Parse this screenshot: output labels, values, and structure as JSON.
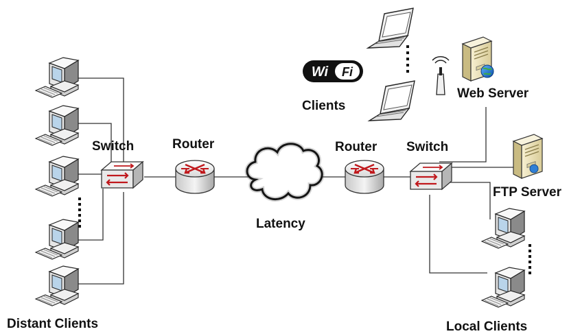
{
  "labels": {
    "distant_clients": "Distant Clients",
    "local_clients": "Local Clients",
    "switch_left": "Switch",
    "switch_right": "Switch",
    "router_left": "Router",
    "router_right": "Router",
    "latency": "Latency",
    "wifi_clients": "Clients",
    "web_server": "Web Server",
    "ftp_server": "FTP Server"
  },
  "wifi_logo": {
    "left": "Wi",
    "right": "Fi"
  },
  "icons": {
    "desktop": "desktop-computer-icon",
    "laptop": "laptop-icon",
    "server": "server-tower-icon",
    "switch": "network-switch-icon",
    "router": "router-icon",
    "cloud": "internet-cloud-icon",
    "antenna": "wireless-antenna-icon",
    "ellipsis": "vertical-ellipsis-icon"
  },
  "colors": {
    "line": "#333333",
    "device_body": "#f2f2f2",
    "device_shade": "#9a9a9a",
    "arrow_red": "#c0181c",
    "cloud_fill": "#ffffff",
    "cloud_stroke": "#000000",
    "server_tan": "#e9dfb8"
  }
}
